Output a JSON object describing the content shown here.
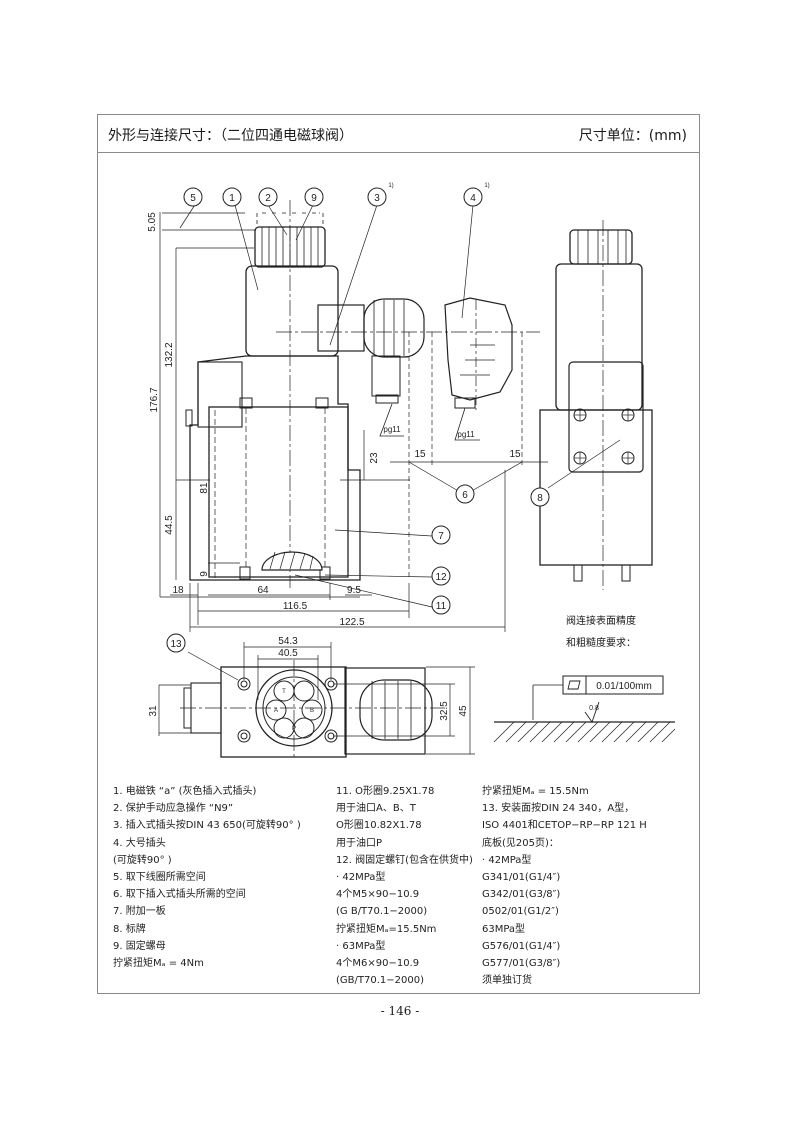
{
  "header": {
    "title": "外形与连接尺寸：（二位四通电磁球阀）",
    "unit": "尺寸单位：(mm)"
  },
  "callouts": [
    "5",
    "1",
    "2",
    "9",
    "3",
    "4",
    "6",
    "7",
    "8",
    "12",
    "11",
    "13"
  ],
  "callout_sup": "1)",
  "dimensions": {
    "d505": "5.05",
    "d1322": "132.2",
    "d1767": "176.7",
    "d81": "81",
    "d445": "44.5",
    "d23": "23",
    "d9": "9",
    "d18": "18",
    "d64": "64",
    "d95": "9.5",
    "d1165": "116.5",
    "d1225": "122.5",
    "d15a": "15",
    "d15b": "15",
    "d543": "54.3",
    "d405": "40.5",
    "d31": "31",
    "d325": "32.5",
    "d45": "45",
    "pg1": "pg11",
    "pg2": "pg11",
    "roughness": "0.8"
  },
  "surface_req": {
    "line1": "阀连接表面精度",
    "line2": "和粗糙度要求：",
    "flatness": "0.01/100mm"
  },
  "notes": {
    "col1": [
      "1.  电磁铁 “a” (灰色插入式插头)",
      "2.  保护手动应急操作 “N9”",
      "3.  插入式插头按DIN 43 650(可旋转90° )",
      "4.  大号插头",
      "     (可旋转90° )",
      "5.  取下线圈所需空间",
      "6.  取下插入式插头所需的空间",
      "7.  附加一板",
      "8.  标牌",
      "9.  固定螺母",
      "     拧紧扭矩Mₐ = 4Nm"
    ],
    "col2": [
      "11.  O形圈9.25X1.78",
      "       用于油口A、B、T",
      "       O形圈10.82X1.78",
      "       用于油口P",
      "12.  阀固定螺钉(包含在供货中)",
      "       · 42MPa型",
      "       4个M5×90−10.9",
      "       (G B/T70.1−2000)",
      "       拧紧扭矩Mₐ=15.5Nm",
      "       · 63MPa型",
      "       4个M6×90−10.9",
      "       (GB/T70.1−2000)"
    ],
    "col3": [
      "     拧紧扭矩Mₐ = 15.5Nm",
      "13.  安装面按DIN 24 340，A型，",
      "       ISO 4401和CETOP−RP−RP 121 H",
      "       底板(见205页)：",
      "       · 42MPa型",
      "       G341/01(G1/4″)",
      "       G342/01(G3/8″)",
      "       0502/01(G1/2″)",
      "       63MPa型",
      "       G576/01(G1/4″)",
      "       G577/01(G3/8″)",
      "       须单独订货"
    ]
  },
  "page_number": "- 146 -"
}
